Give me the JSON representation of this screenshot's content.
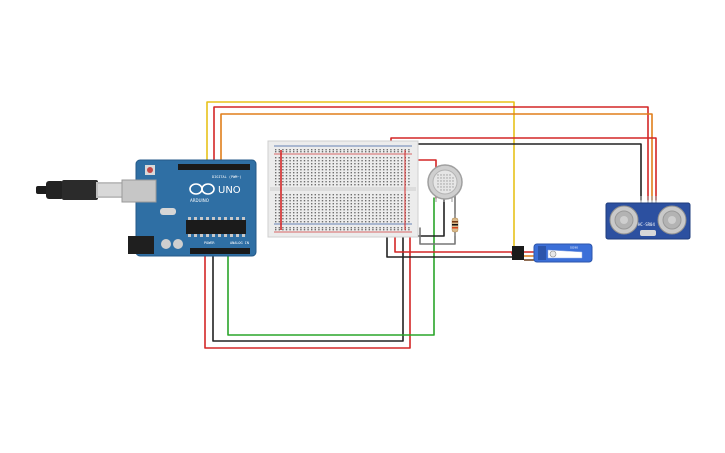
{
  "arduino": {
    "model_label": "UNO",
    "brand_label": "ARDUINO",
    "digital_label": "DIGITAL (PWM~)",
    "power_label": "POWER",
    "analog_label": "ANALOG IN",
    "icon": "arduino-infinity-logo",
    "board_color": "#2f6fa4"
  },
  "usb_cable": {
    "icon": "usb-b-plug"
  },
  "breadboard": {
    "rail_red": "#d23a3a",
    "rail_blue": "#3a5fa0"
  },
  "gas_sensor": {
    "icon": "mq-gas-sensor"
  },
  "resistor": {
    "icon": "resistor"
  },
  "servo": {
    "label": "SG90",
    "color": "#3b6fd8"
  },
  "ultrasonic": {
    "model_label": "HC-SR04",
    "board_color": "#2c50a0"
  },
  "wire_colors": {
    "red": "#d32626",
    "black": "#222222",
    "green": "#2aa52a",
    "yellow": "#e8c21a",
    "orange": "#e07f1c"
  }
}
